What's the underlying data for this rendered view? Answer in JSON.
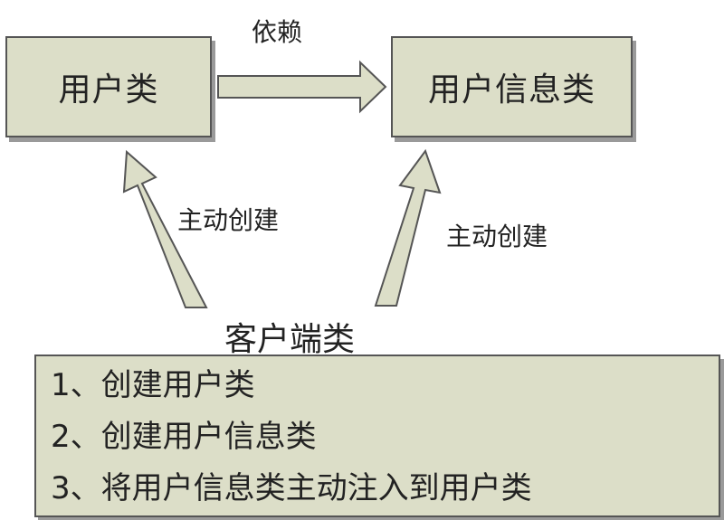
{
  "boxes": {
    "user_class": "用户类",
    "user_info_class": "用户信息类"
  },
  "edges": {
    "dependency": "依赖",
    "create_left": "主动创建",
    "create_right": "主动创建"
  },
  "client": {
    "title": "客户端类",
    "steps": [
      "1、创建用户类",
      "2、创建用户信息类",
      "3、将用户信息类主动注入到用户类"
    ]
  },
  "colors": {
    "box_fill": "#dcdec8",
    "arrow_fill": "#dcdec8",
    "outline": "#555555",
    "shadow": "#9a9a9a"
  }
}
